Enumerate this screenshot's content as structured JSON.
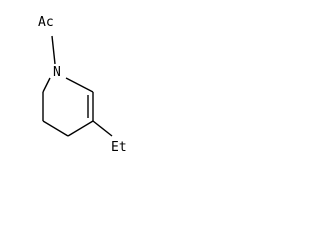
{
  "molecule": {
    "atoms": [
      {
        "id": "acetyl",
        "label": "Ac"
      },
      {
        "id": "nitrogen",
        "label": "N"
      },
      {
        "id": "ethyl",
        "label": "Et"
      }
    ],
    "colors": {
      "background": "#ffffff",
      "bond": "#000000",
      "label": "#000000"
    }
  }
}
